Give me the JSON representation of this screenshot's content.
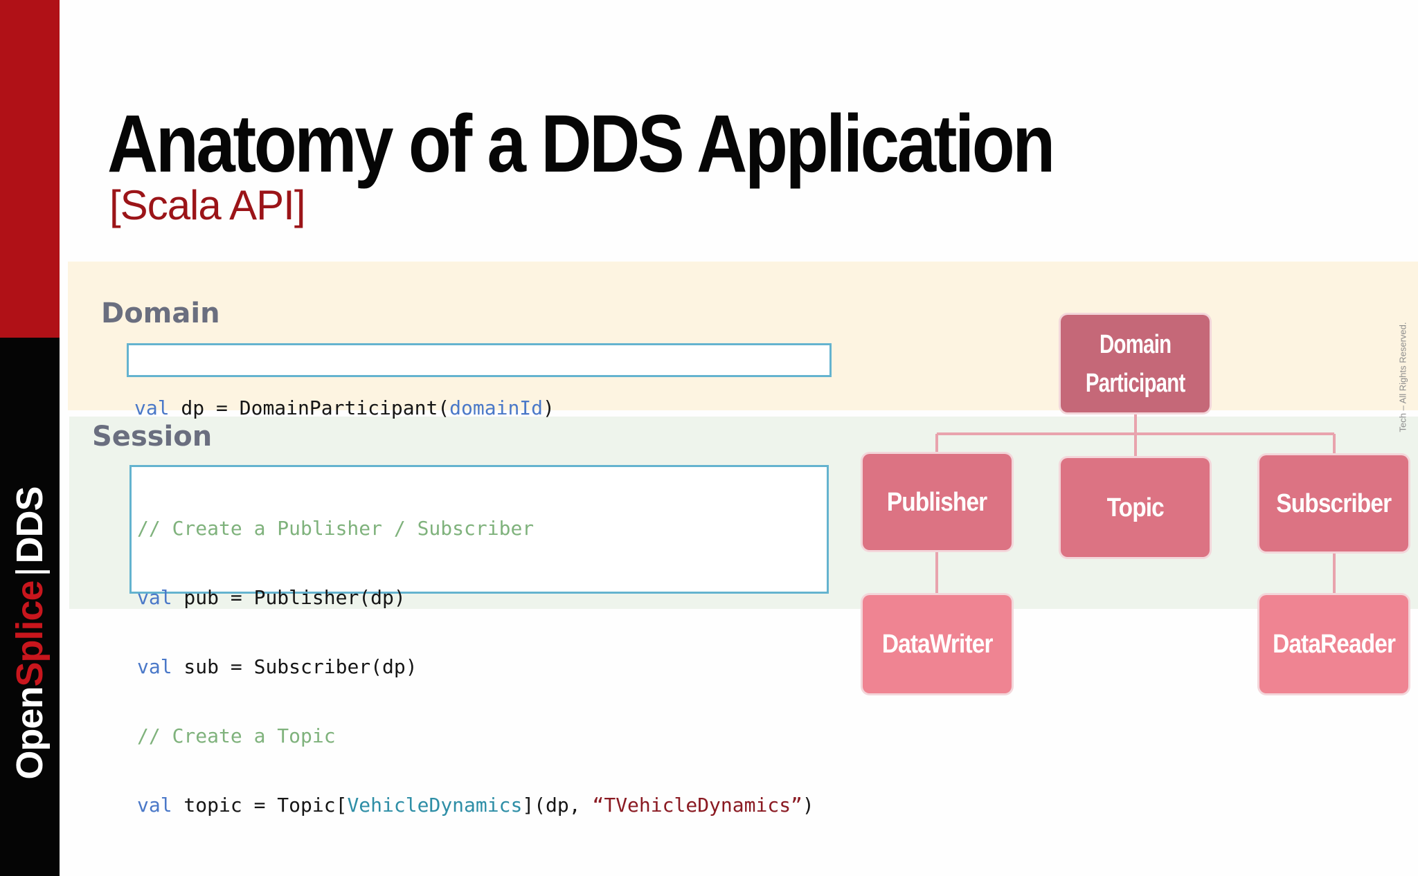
{
  "slide": {
    "title": "Anatomy of a DDS Application",
    "subtitle": "[Scala API]"
  },
  "brand": {
    "open": "Open",
    "splice": "Splice",
    "separator": "|",
    "dds": "DDS"
  },
  "copyright": "Tech – All Rights Reserved.",
  "sections": {
    "domain": {
      "label": "Domain",
      "code": {
        "kw_val": "val",
        "text1": " dp = DomainParticipant(",
        "arg": "domainId",
        "text2": ")"
      }
    },
    "session": {
      "label": "Session",
      "code": {
        "comment1": "// Create a Publisher / Subscriber",
        "pub_kw": "val",
        "pub_text": " pub = Publisher(dp)",
        "sub_kw": "val",
        "sub_text": " sub = Subscriber(dp)",
        "comment2": "// Create a Topic",
        "topic_kw": "val",
        "topic_text1": " topic = Topic[",
        "topic_type": "VehicleDynamics",
        "topic_text2": "](dp, ",
        "topic_string": "“TVehicleDynamics”",
        "topic_text3": ")"
      }
    }
  },
  "diagram": {
    "domain_participant_line1": "Domain",
    "domain_participant_line2": "Participant",
    "publisher": "Publisher",
    "topic": "Topic",
    "subscriber": "Subscriber",
    "datawriter": "DataWriter",
    "datareader": "DataReader"
  },
  "colors": {
    "accent_red": "#b01117",
    "node_level1": "#c56878",
    "node_level2": "#dc7383",
    "node_level3": "#ef8492",
    "domain_band": "#fdf4e1",
    "session_band": "#eef4ec"
  }
}
